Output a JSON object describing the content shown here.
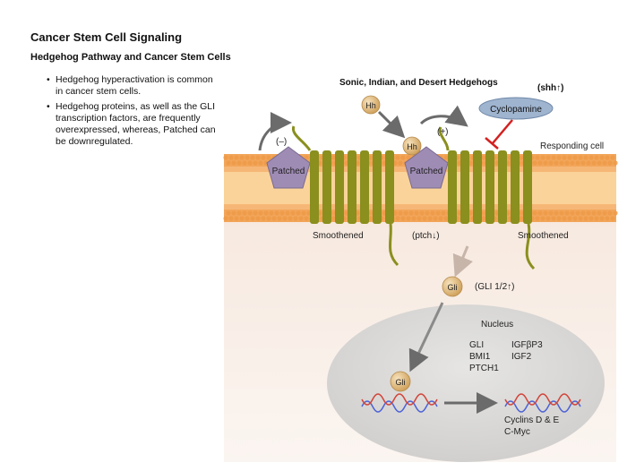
{
  "page": {
    "title": "Cancer Stem Cell Signaling",
    "subtitle": "Hedgehog Pathway and Cancer Stem Cells",
    "bullets": [
      "Hedgehog hyperactivation is common in cancer stem cells.",
      "Hedgehog proteins, as well as the GLI transcription factors, are frequently overexpressed, whereas, Patched can be downregulated."
    ]
  },
  "diagram": {
    "ligands_title": "Sonic, Indian, and Desert Hedgehogs",
    "shh_label": "(shh↑)",
    "cyclopamine": "Cyclopamine",
    "responding_cell": "Responding cell",
    "hh_label": "Hh",
    "minus_label": "(–)",
    "plus_label": "(+)",
    "patched": "Patched",
    "smoothened": "Smoothened",
    "ptch_label": "(ptch↓)",
    "gli": "Gli",
    "gli_levels": "(GLI 1/2↑)",
    "nucleus": "Nucleus",
    "genes": [
      "GLI",
      "BMI1",
      "PTCH1",
      "IGFβP3",
      "IGF2"
    ],
    "outputs": [
      "Cyclins D & E",
      "C-Myc"
    ],
    "colors": {
      "membrane_outer": "#f2a65a",
      "membrane_inner": "#fad39a",
      "cytoplasm": "#f7e9df",
      "patched": "#9f8cb5",
      "smoothened": "#8a8f1e",
      "gli_ball": "#e0b878",
      "cyclopamine": "#9fb4cf",
      "inhibit": "#d42020",
      "dna_blue": "#4c62d6",
      "dna_red": "#d2443a",
      "nucleus": "#dcdbd9"
    }
  }
}
